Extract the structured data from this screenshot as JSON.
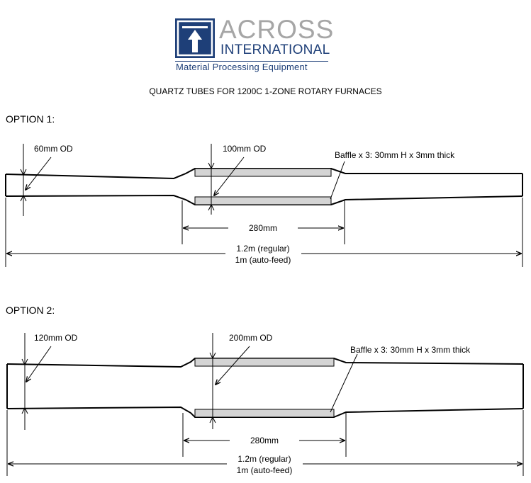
{
  "brand": {
    "name_top": "ACROSS",
    "name_mid": "INTERNATIONAL",
    "tagline": "Material Processing Equipment",
    "primary_color": "#1e3f78",
    "secondary_color": "#a6a6a6"
  },
  "title": "QUARTZ TUBES FOR 1200C 1-ZONE ROTARY FURNACES",
  "options": [
    {
      "label": "OPTION 1:",
      "end_od": "60mm OD",
      "center_od": "100mm OD",
      "baffle": "Baffle x 3: 30mm H x 3mm thick",
      "center_length": "280mm",
      "length_regular": "1.2m (regular)",
      "length_autofeed": "1m (auto-feed)"
    },
    {
      "label": "OPTION 2:",
      "end_od": "120mm OD",
      "center_od": "200mm OD",
      "baffle": "Baffle x 3: 30mm H x 3mm thick",
      "center_length": "280mm",
      "length_regular": "1.2m (regular)",
      "length_autofeed": "1m (auto-feed)"
    }
  ]
}
